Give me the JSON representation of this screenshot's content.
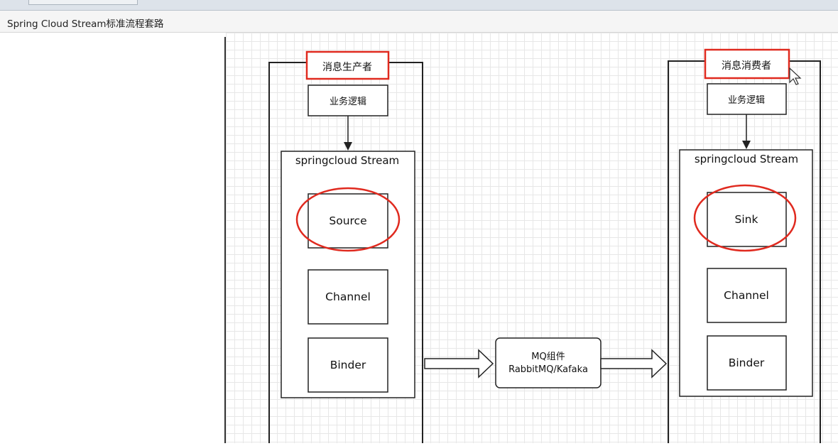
{
  "window": {
    "title": "Spring Cloud Stream标准流程套路"
  },
  "diagram": {
    "producer": {
      "title": "消息生产者",
      "logic": "业务逻辑",
      "stream": "springcloud Stream",
      "source": "Source",
      "channel": "Channel",
      "binder": "Binder"
    },
    "consumer": {
      "title": "消息消费者",
      "logic": "业务逻辑",
      "stream": "springcloud Stream",
      "sink": "Sink",
      "channel": "Channel",
      "binder": "Binder"
    },
    "mq": {
      "line1": "MQ组件",
      "line2": "RabbitMQ/Kafaka"
    },
    "highlight_color": "#e02a1f",
    "line_color": "#222222"
  }
}
